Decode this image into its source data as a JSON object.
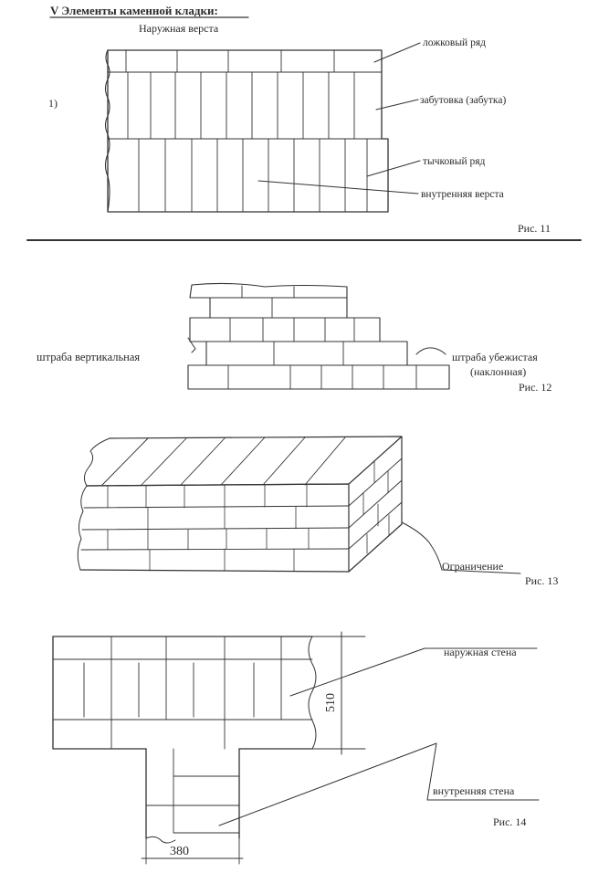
{
  "section_title": "V Элементы каменной кладки:",
  "fig11": {
    "top_label": "Наружная верста",
    "item_number": "1)",
    "labels": [
      "ложковый ряд",
      "забутовка (забутка)",
      "тычковый ряд",
      "внутренняя верста"
    ],
    "caption": "Рис. 11"
  },
  "fig12": {
    "left_label": "штраба вертикальная",
    "right_label_line1": "штраба убежистая",
    "right_label_line2": "(наклонная)",
    "caption": "Рис. 12"
  },
  "fig13": {
    "label": "Ограничение",
    "caption": "Рис. 13"
  },
  "fig14": {
    "outer_wall": "наружная стена",
    "inner_wall": "внутренняя стена",
    "dim_thickness": "510",
    "dim_width": "380",
    "caption": "Рис. 14"
  }
}
